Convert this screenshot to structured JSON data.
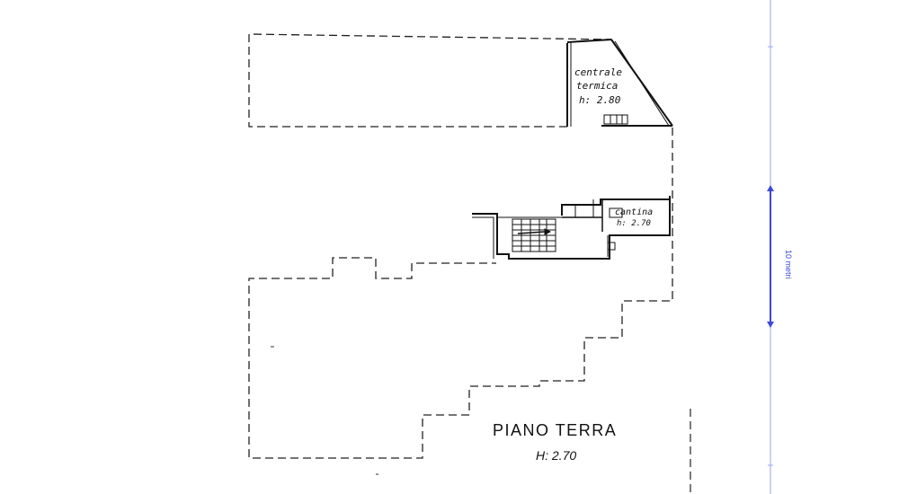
{
  "rooms": {
    "centrale_termica": {
      "line1": "centrale",
      "line2": "termica",
      "height": "h: 2.80"
    },
    "cantina": {
      "name": "cantina",
      "height": "h: 2.70"
    }
  },
  "floor": {
    "title": "PIANO TERRA",
    "height": "H: 2.70"
  },
  "scale": {
    "label": "10 metri",
    "color": "#3a4bd8"
  }
}
